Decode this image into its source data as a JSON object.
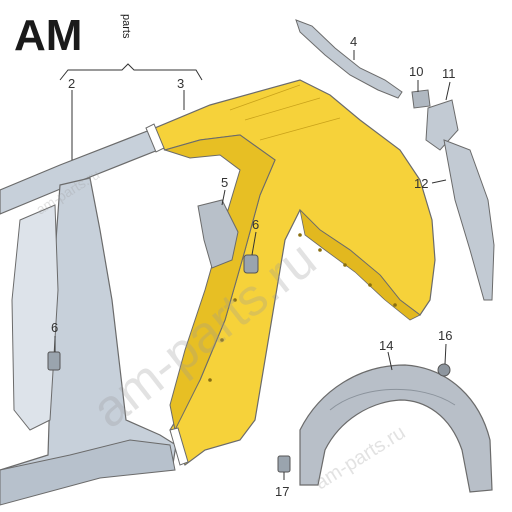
{
  "logo": {
    "main": "AM",
    "sub": "parts"
  },
  "watermark": {
    "text": "am-parts.ru"
  },
  "callouts": {
    "c2": "2",
    "c3": "3",
    "c4": "4",
    "c5": "5",
    "c6a": "6",
    "c6b": "6",
    "c10": "10",
    "c11": "11",
    "c12": "12",
    "c14": "14",
    "c16": "16",
    "c17": "17"
  },
  "colors": {
    "highlight_part": "#f6d23a",
    "part_outline": "#6b6b6b",
    "frame_fill": "#c7d0da",
    "liner_fill": "#b8bfc8",
    "bracket_fill": "#c2cad3"
  }
}
